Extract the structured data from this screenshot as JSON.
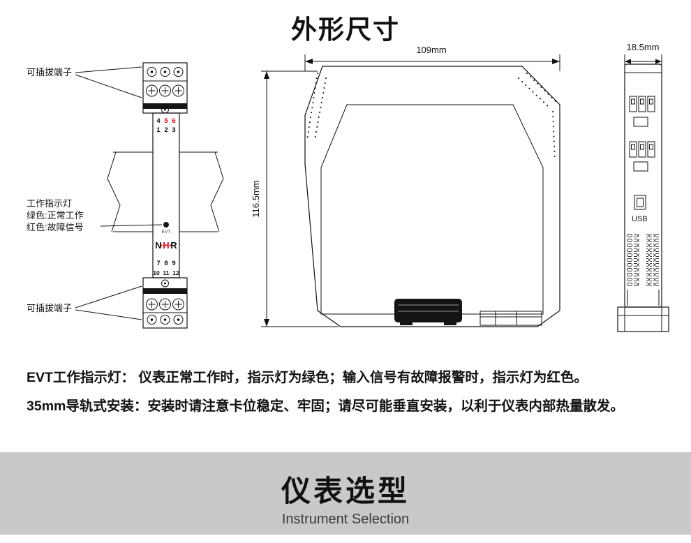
{
  "title": "外形尺寸",
  "front_view": {
    "plug_terminal_label_top": "可插拔端子",
    "plug_terminal_label_bottom": "可插拔端子",
    "indicator_label": [
      "工作指示灯",
      "绿色:正常工作",
      "红色:故障信号"
    ],
    "terminal_numbers": {
      "top_row1": [
        "4",
        "5",
        "6"
      ],
      "top_row2": [
        "1",
        "2",
        "3"
      ],
      "bottom_row1": [
        "7",
        "8",
        "9"
      ],
      "bottom_row2": [
        "10",
        "11",
        "12"
      ]
    },
    "evt_label": "EVT",
    "brand": {
      "letters": [
        "N",
        "H",
        "R"
      ]
    }
  },
  "dimension_view": {
    "width_label": "109mm",
    "height_label": "116.5mm"
  },
  "side_view": {
    "width_label": "18.5mm",
    "usb_label": "USB"
  },
  "notes": {
    "line1": "EVT工作指示灯： 仪表正常工作时，指示灯为绿色；输入信号有故障报警时，指示灯为红色。",
    "line2": "35mm导轨式安装：安装时请注意卡位稳定、牢固；请尽可能垂直安装，以利于仪表内部热量散发。"
  },
  "footer": {
    "title": "仪表选型",
    "subtitle": "Instrument Selection"
  },
  "colors": {
    "accent_red": "#e8000d",
    "footer_bg": "#c9c9c9",
    "line": "#111111"
  }
}
